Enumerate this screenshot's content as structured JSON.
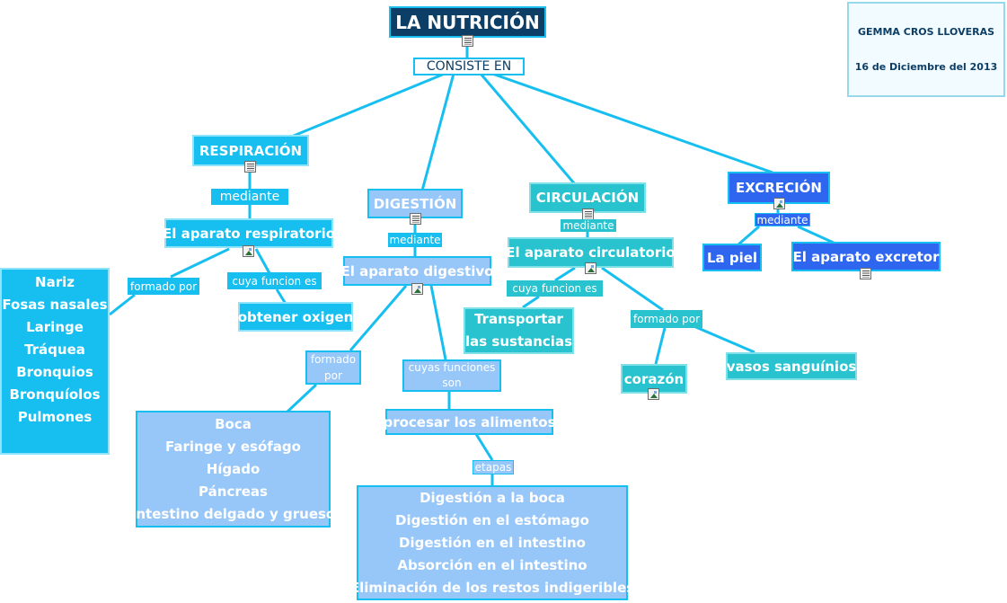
{
  "title": "LA NUTRICIÓN",
  "root_link": "CONSISTE   EN",
  "author": {
    "name": "GEMMA CROS LLOVERAS",
    "date": "16 de Diciembre del 2013"
  },
  "respiracion": {
    "title": "RESPIRACIÓN",
    "link_mediante": "mediante",
    "aparato": "El aparato respiratorio",
    "link_formado": "formado  por",
    "parts": [
      "Nariz",
      "Fosas nasales",
      "Laringe",
      "Tráquea",
      "Bronquios",
      "Bronquíolos",
      "Pulmones"
    ],
    "link_funcion": "cuya  funcion  es",
    "funcion": "obtener oxigen"
  },
  "digestion": {
    "title": "DIGESTIÓN",
    "link_mediante": "mediante",
    "aparato": "El aparato digestivo",
    "link_formado": [
      "formado",
      "por"
    ],
    "parts": [
      "Boca",
      "Faringe y esófago",
      "Hígado",
      "Páncreas",
      "Intestino delgado y grueso"
    ],
    "link_funcion": [
      "cuyas  funciones",
      "son"
    ],
    "funcion": "procesar los alimentos",
    "link_etapas": "etapas",
    "etapas": [
      "Digestión a la boca",
      "Digestión en el estómago",
      "Digestión en el intestino",
      "Absorción en el intestino",
      "Eliminación de los restos indigeribles"
    ]
  },
  "circulacion": {
    "title": "CIRCULACIÓN",
    "link_mediante": "mediante",
    "aparato": "El aparato circulatorio",
    "link_funcion": "cuya  funcion  es",
    "funcion": [
      "Transportar",
      "las sustancias"
    ],
    "link_formado": "formado  por",
    "corazon": "corazón",
    "vasos": "vasos sanguínios"
  },
  "excrecion": {
    "title": "EXCRECIÓN",
    "link_mediante": "mediante",
    "piel": "La piel",
    "aparato": "El aparato excretor"
  },
  "colors": {
    "cyan": "#16bff0",
    "pale_blue": "#97c6f8",
    "teal": "#28c3cf",
    "royal_blue": "#2f66ef",
    "navy": "#0c3e66"
  }
}
